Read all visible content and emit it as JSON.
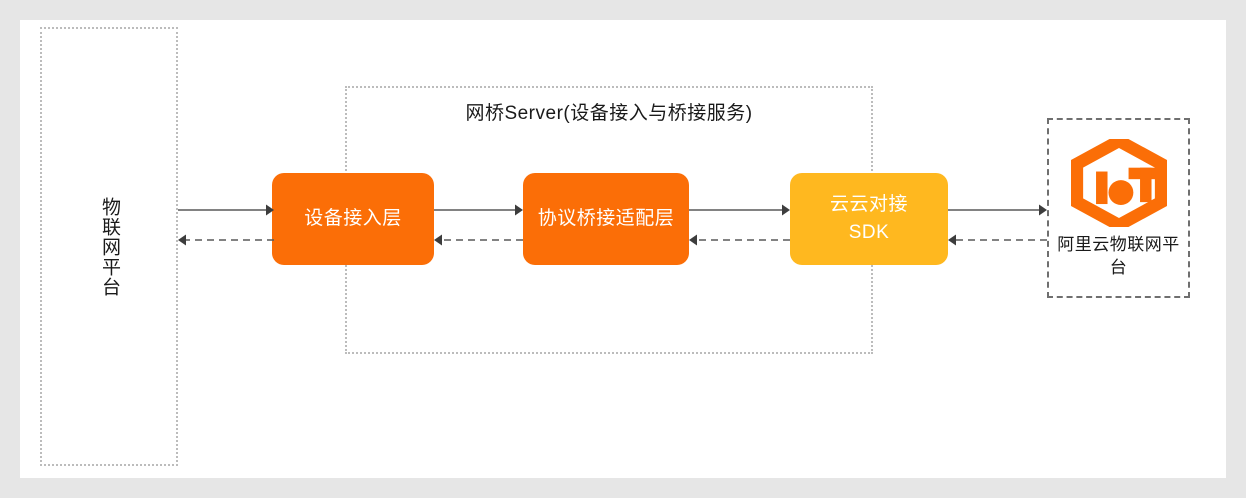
{
  "diagram": {
    "title_text": "网桥Server(设备接入与桥接服务)",
    "left_zone": {
      "name": "iot-platform",
      "label": "物联网平台"
    },
    "bridge_zone": {
      "name": "bridge-server",
      "label": "网桥Server(设备接入与桥接服务)",
      "boxes": [
        {
          "id": "device-access",
          "label": "设备接入层",
          "color": "#fb6e07"
        },
        {
          "id": "protocol-bridge",
          "label": "协议桥接适配层",
          "color": "#fb6e07"
        },
        {
          "id": "cloud-sdk",
          "label": "云云对接\nSDK",
          "color": "#ffb81f"
        }
      ]
    },
    "right_zone": {
      "name": "aliyun-iot-platform",
      "logo": "iot-hexagon-logo",
      "label": "阿里云物联网平台",
      "logo_color": "#fb6e07"
    },
    "connectors": [
      {
        "id": "c1",
        "from": "iot-platform",
        "to": "device-access",
        "forward_style": "solid",
        "backward_style": "dashed"
      },
      {
        "id": "c2",
        "from": "device-access",
        "to": "protocol-bridge",
        "forward_style": "solid",
        "backward_style": "dashed"
      },
      {
        "id": "c3",
        "from": "protocol-bridge",
        "to": "cloud-sdk",
        "forward_style": "solid",
        "backward_style": "dashed"
      },
      {
        "id": "c4",
        "from": "cloud-sdk",
        "to": "aliyun-iot-platform",
        "forward_style": "solid",
        "backward_style": "dashed"
      }
    ],
    "colors": {
      "page_background": "#e6e6e6",
      "panel_background": "#ffffff",
      "dotted_border": "#bcbcbc",
      "dashed_border": "#6f6f6f",
      "arrow": "#595959",
      "text": "#1a1a1a",
      "box_text": "#ffffff"
    }
  }
}
